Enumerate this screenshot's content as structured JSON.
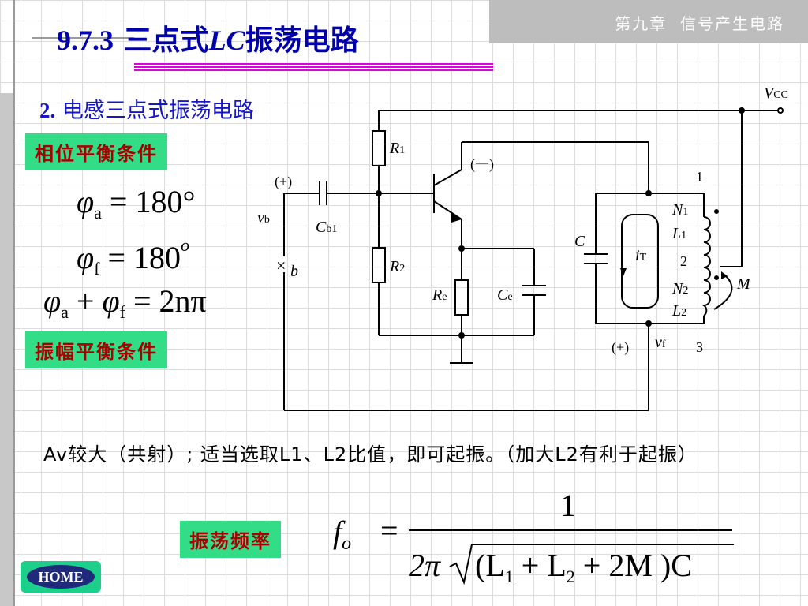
{
  "header": {
    "chapter": "第九章  信号产生电路",
    "title_num": "9.7.3",
    "title_pre": "三点式",
    "title_lc": "LC",
    "title_post": "振荡电路"
  },
  "subheading": {
    "num": "2.",
    "text": "电感三点式振荡电路"
  },
  "tags": {
    "phase": "相位平衡条件",
    "amplitude": "振幅平衡条件",
    "frequency": "振荡频率"
  },
  "equations": {
    "phi_a": "= 180°",
    "phi_f": "= 180",
    "phi_f_sup": "o",
    "sum_rhs": "= 2nπ"
  },
  "note": "Av较大（共射）; 适当选取L1、L2比值，即可起振。（加大L2有利于起振）",
  "formula": {
    "lhs": "f",
    "lhs_sub": "o",
    "eq": "=",
    "numerator": "1",
    "denominator_pre": "2π",
    "radicand": "(L",
    "l1_sub": "1",
    "plus1": " + L",
    "l2_sub": "2",
    "plus2": " + 2M )C"
  },
  "circuit": {
    "vcc": "V",
    "vcc_sub": "CC",
    "r1": "R",
    "r1_sub": "1",
    "r2": "R",
    "r2_sub": "2",
    "re": "R",
    "re_sub": "e",
    "ce": "C",
    "ce_sub": "e",
    "cb1": "C",
    "cb1_sub": "b1",
    "c": "C",
    "it": "i",
    "it_sub": "T",
    "n1": "N",
    "n1_sub": "1",
    "l1": "L",
    "l1_sub": "1",
    "n2": "N",
    "n2_sub": "2",
    "l2": "L",
    "l2_sub": "2",
    "m": "M",
    "vb": "v",
    "vb_sub": "b",
    "vf": "v",
    "vf_sub": "f",
    "b": "b",
    "plus_b": "(+)",
    "plus_f": "(+)",
    "minus_c": "(一)",
    "node1": "1",
    "node2": "2",
    "node3": "3",
    "cross": "×"
  },
  "home_label": "HOME"
}
